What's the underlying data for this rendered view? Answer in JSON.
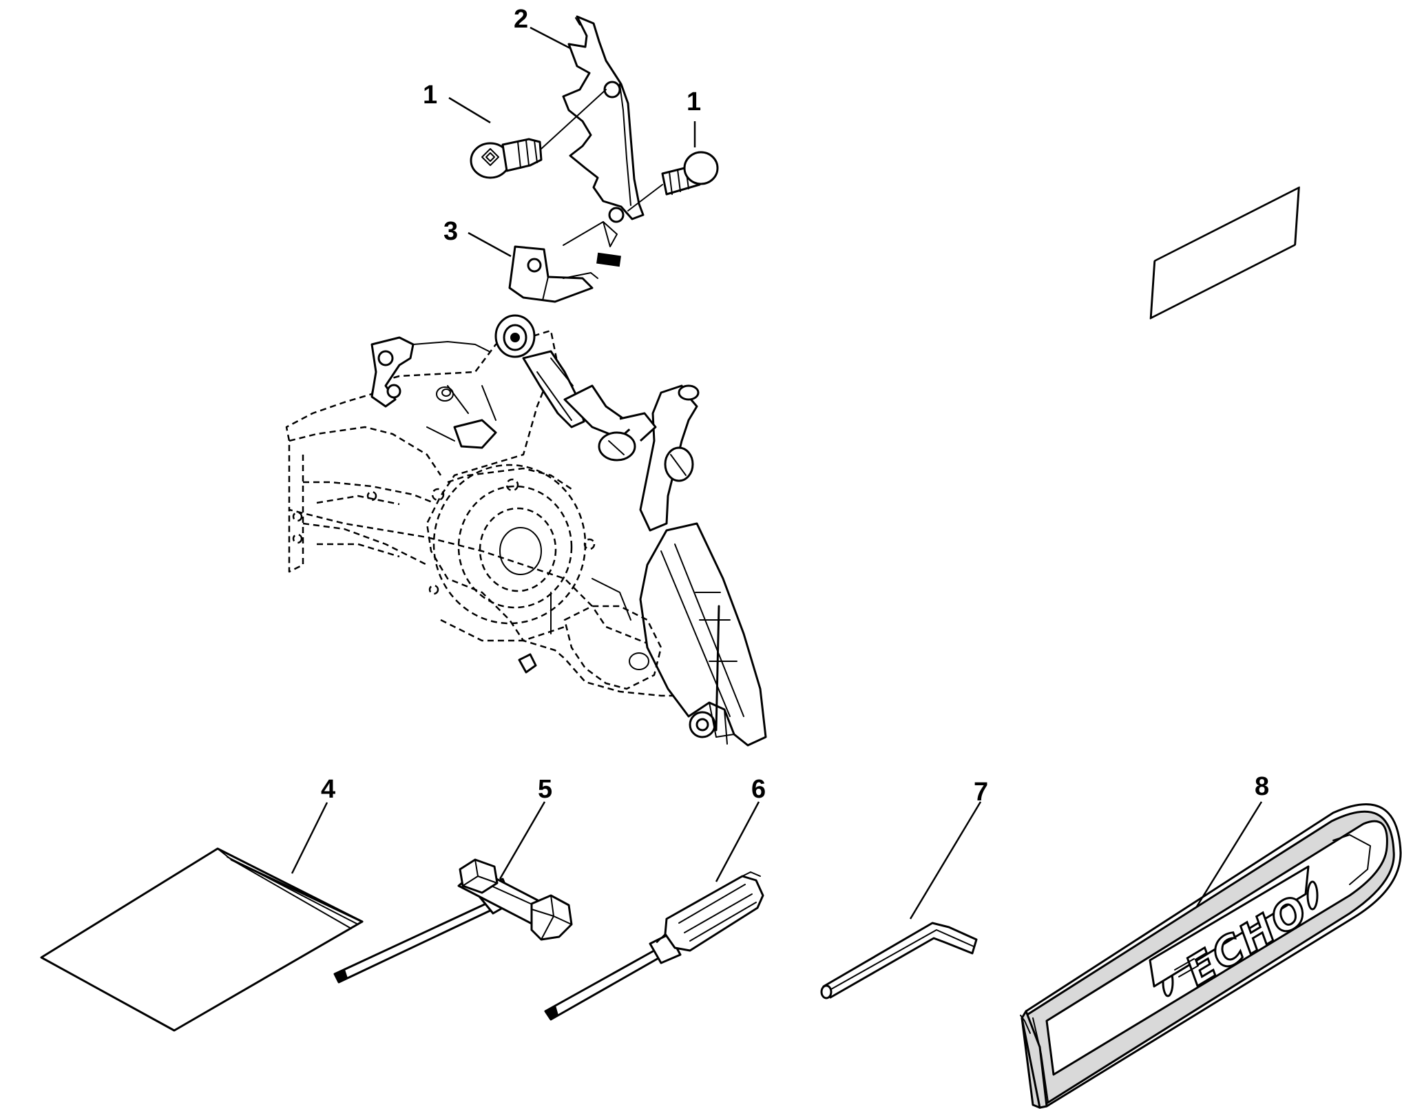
{
  "callouts": {
    "c1a": "1",
    "c1b": "1",
    "c2": "2",
    "c3": "3",
    "c4": "4",
    "c5": "5",
    "c6": "6",
    "c7": "7",
    "c8": "8"
  },
  "logo": {
    "text": "ECHO"
  }
}
